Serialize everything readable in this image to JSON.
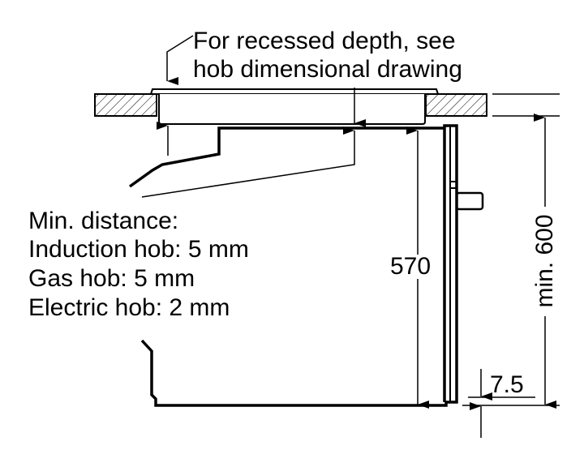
{
  "note": {
    "line1": "For recessed depth, see",
    "line2": "hob dimensional drawing"
  },
  "min_distance": {
    "title": "Min. distance:",
    "induction": "Induction hob: 5 mm",
    "gas": "Gas hob: 5 mm",
    "electric": "Electric hob: 2 mm"
  },
  "dimensions": {
    "height": "570",
    "min_cabinet": "min. 600",
    "gap": "7.5"
  }
}
